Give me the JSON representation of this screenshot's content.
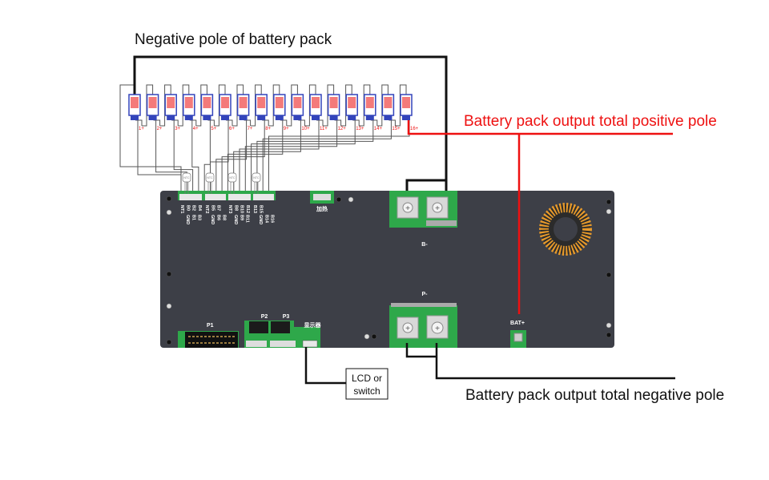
{
  "labels": {
    "negative_pole": "Negative pole of battery pack",
    "positive_output": "Battery pack output total positive pole",
    "negative_output": "Battery pack output total negative pole",
    "lcd_line1": "LCD or",
    "lcd_line2": "switch"
  },
  "cells": [
    "1+",
    "2+",
    "3+",
    "4+",
    "5+",
    "6+",
    "7+",
    "8+",
    "9+",
    "10+",
    "11+",
    "12+",
    "13+",
    "14+",
    "15+",
    "16+"
  ],
  "ntc_label": "NTC",
  "board": {
    "heater_label": "加热",
    "display_label": "显示器",
    "p1": "P1",
    "p2": "P2",
    "p3": "P3",
    "b_minus": "B-",
    "p_minus": "P-",
    "bat_plus": "BAT+",
    "connector_pins": [
      [
        "NT1",
        "B0",
        "B2",
        "B4"
      ],
      [
        "GND",
        "B1",
        "B3"
      ],
      [
        "NT2",
        "B5",
        "B7"
      ],
      [
        "GND",
        "B6",
        "B8"
      ],
      [
        "NT3",
        "B8",
        "B10",
        "B12"
      ],
      [
        "GND",
        "B9",
        "B11"
      ],
      [
        "B13",
        "B15"
      ],
      [
        "GND",
        "B14",
        "B16"
      ]
    ]
  },
  "colors": {
    "positive_wire": "#ee1111",
    "negative_wire": "#111111",
    "sense_wire": "#555555",
    "board": "#3d3f47",
    "pcb_green": "#2ea84a",
    "cell_body": "#f47a7a",
    "cell_frame": "#3344bb"
  }
}
